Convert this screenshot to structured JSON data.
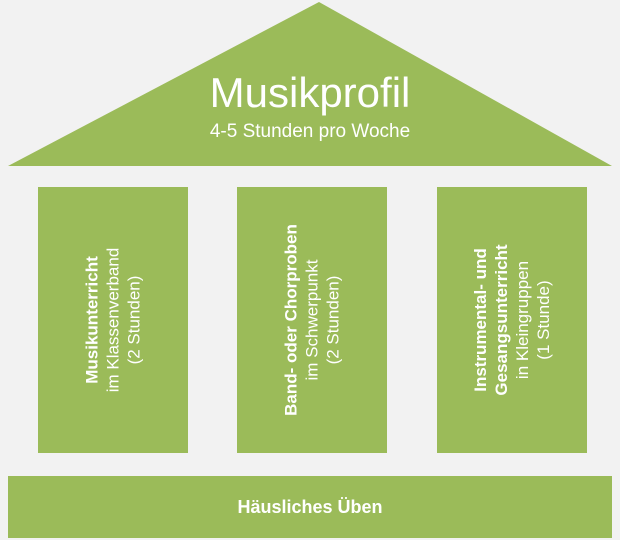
{
  "colors": {
    "accent": "#9bbb59",
    "background": "#f2f2f2",
    "text": "#ffffff"
  },
  "roof": {
    "title": "Musikprofil",
    "subtitle": "4-5 Stunden pro Woche"
  },
  "pillars": [
    {
      "title": "Musikunterricht",
      "line1": "im Klassenverband",
      "line2": "(2 Stunden)"
    },
    {
      "title": "Band- oder Chorproben",
      "line1": "im Schwerpunkt",
      "line2": "(2 Stunden)"
    },
    {
      "title1": "Instrumental- und",
      "title2": "Gesangsunterricht",
      "line1": "in Kleingruppen",
      "line2": "(1 Stunde)"
    }
  ],
  "base": {
    "label": "Häusliches Üben"
  }
}
